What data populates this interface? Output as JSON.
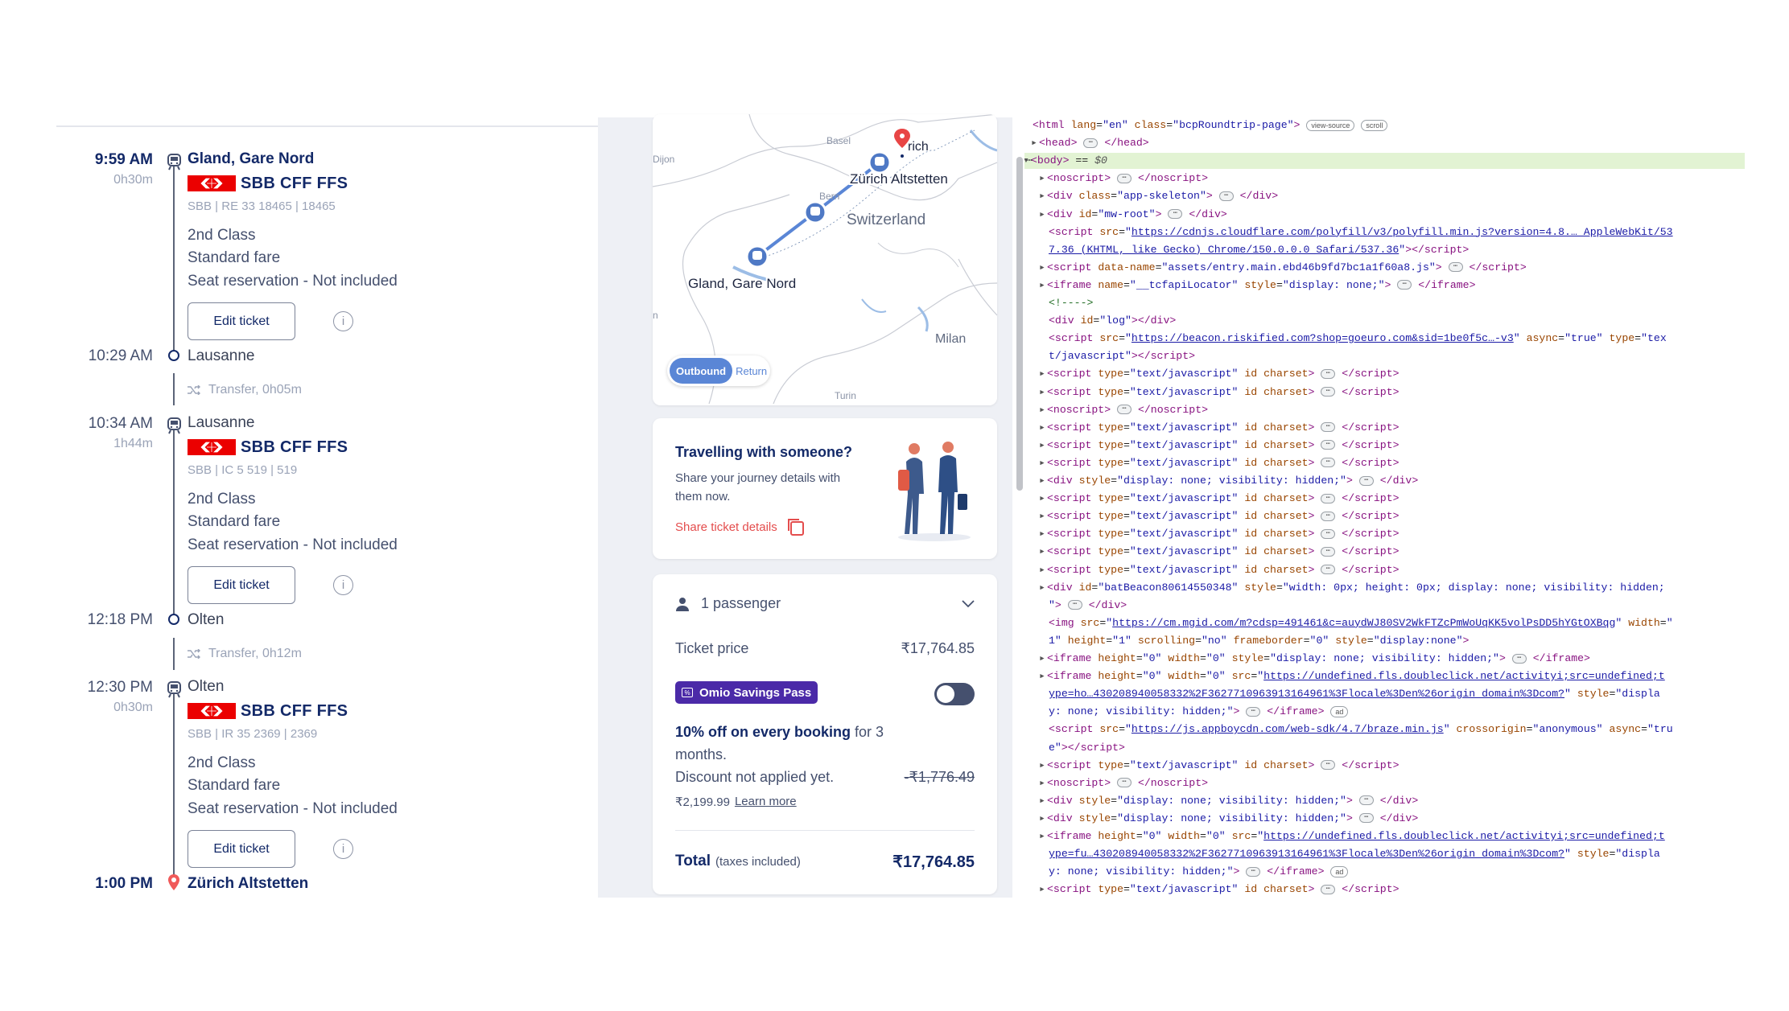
{
  "itinerary": {
    "legs": [
      {
        "dep_time": "9:59 AM",
        "duration": "0h30m",
        "dep_station": "Gland, Gare Nord",
        "operator": "SBB CFF FFS",
        "service": "SBB | RE 33 18465 | 18465",
        "class": "2nd Class",
        "fare": "Standard fare",
        "seat": "Seat reservation - Not included",
        "edit": "Edit ticket",
        "arr_time": "10:29 AM",
        "arr_station": "Lausanne"
      },
      {
        "dep_time": "10:34 AM",
        "duration": "1h44m",
        "dep_station": "Lausanne",
        "operator": "SBB CFF FFS",
        "service": "SBB | IC 5 519 | 519",
        "class": "2nd Class",
        "fare": "Standard fare",
        "seat": "Seat reservation - Not included",
        "edit": "Edit ticket",
        "arr_time": "12:18 PM",
        "arr_station": "Olten"
      },
      {
        "dep_time": "12:30 PM",
        "duration": "0h30m",
        "dep_station": "Olten",
        "operator": "SBB CFF FFS",
        "service": "SBB | IR 35 2369 | 2369",
        "class": "2nd Class",
        "fare": "Standard fare",
        "seat": "Seat reservation - Not included",
        "edit": "Edit ticket",
        "arr_time": "1:00 PM",
        "arr_station": "Zürich Altstetten"
      }
    ],
    "transfers": [
      "Transfer, 0h05m",
      "Transfer, 0h12m"
    ]
  },
  "map": {
    "labels": {
      "basel": "Basel",
      "dijon": "Dijon",
      "bern": "Bern",
      "switzerland": "Switzerland",
      "milan": "Milan",
      "turin": "Turin",
      "zurich_partial": "rich",
      "origin": "Gland, Gare Nord",
      "destination": "Zürich Altstetten"
    },
    "toggle": {
      "outbound": "Outbound",
      "return": "Return"
    }
  },
  "share": {
    "title": "Travelling with someone?",
    "text_line1": "Share your journey details with",
    "text_line2": "them now.",
    "link": "Share ticket details"
  },
  "price": {
    "passengers": "1 passenger",
    "ticket_label": "Ticket price",
    "ticket_value": "₹17,764.85",
    "pass_badge": "Omio Savings Pass",
    "offer_bold": "10% off on every booking",
    "offer_rest": " for 3",
    "offer_line2": "months.",
    "discount_label": "Discount not applied yet.",
    "discount_value": "-₹1,776.49",
    "pass_price": "₹2,199.99",
    "learn_more": "Learn more",
    "total_label": "Total",
    "total_note": "(taxes included)",
    "total_value": "₹17,764.85"
  },
  "devtools": {
    "lines": [
      {
        "i": 0,
        "h": "<span class='tag'>&lt;html</span> <span class='attr'>lang</span>=<span class='val'>\"en\"</span> <span class='attr'>class</span>=<span class='val'>\"bcpRoundtrip-page\"</span><span class='tag'>&gt;</span> <span class='pill'>view-source</span> <span class='pill'>scroll</span>"
      },
      {
        "i": 1,
        "a": "▶",
        "h": "<span class='tag'>&lt;head&gt;</span> <span class='dots'>⋯</span> <span class='tag'>&lt;/head&gt;</span>"
      },
      {
        "i": 0,
        "a": "▼",
        "sel": true,
        "h": "<span class='tag'>&lt;body&gt;</span> == <i style='color:#555'>$0</i>"
      },
      {
        "i": 2,
        "a": "▶",
        "h": "<span class='tag'>&lt;noscript&gt;</span> <span class='dots'>⋯</span> <span class='tag'>&lt;/noscript&gt;</span>"
      },
      {
        "i": 2,
        "a": "▶",
        "h": "<span class='tag'>&lt;div</span> <span class='attr'>class</span>=<span class='val'>\"app-skeleton\"</span><span class='tag'>&gt;</span> <span class='dots'>⋯</span> <span class='tag'>&lt;/div&gt;</span>"
      },
      {
        "i": 2,
        "a": "▶",
        "h": "<span class='tag'>&lt;div</span> <span class='attr'>id</span>=<span class='val'>\"mw-root\"</span><span class='tag'>&gt;</span> <span class='dots'>⋯</span> <span class='tag'>&lt;/div&gt;</span>"
      },
      {
        "i": 2,
        "h": "<span class='tag'>&lt;script</span> <span class='attr'>src</span>=<span class='val'>\"</span><span class='lnk'>https://cdnjs.cloudflare.com/polyfill/v3/polyfill.min.js?version=4.8.… AppleWebKit/53</span>"
      },
      {
        "i": 2,
        "h": "<span class='lnk'>7.36 (KHTML, like Gecko) Chrome/150.0.0.0 Safari/537.36</span><span class='val'>\"</span><span class='tag'>&gt;&lt;/script&gt;</span>"
      },
      {
        "i": 2,
        "a": "▶",
        "h": "<span class='tag'>&lt;script</span> <span class='attr'>data-name</span>=<span class='val'>\"assets/entry.main.ebd46b9fd7bc1a1f60a8.js\"</span><span class='tag'>&gt;</span> <span class='dots'>⋯</span> <span class='tag'>&lt;/script&gt;</span>"
      },
      {
        "i": 2,
        "a": "▶",
        "h": "<span class='tag'>&lt;iframe</span> <span class='attr'>name</span>=<span class='val'>\"__tcfapiLocator\"</span> <span class='attr'>style</span>=<span class='val'>\"display: none;\"</span><span class='tag'>&gt;</span> <span class='dots'>⋯</span> <span class='tag'>&lt;/iframe&gt;</span>"
      },
      {
        "i": 2,
        "h": "<span style='color:#236e25'>&lt;!----&gt;</span>"
      },
      {
        "i": 2,
        "h": "<span class='tag'>&lt;div</span> <span class='attr'>id</span>=<span class='val'>\"log\"</span><span class='tag'>&gt;&lt;/div&gt;</span>"
      },
      {
        "i": 2,
        "h": "<span class='tag'>&lt;script</span> <span class='attr'>src</span>=<span class='val'>\"</span><span class='lnk'>https://beacon.riskified.com?shop=goeuro.com&amp;sid=1be0f5c…-v3</span><span class='val'>\"</span> <span class='attr'>async</span>=<span class='val'>\"true\"</span> <span class='attr'>type</span>=<span class='val'>\"tex</span>"
      },
      {
        "i": 2,
        "h": "<span class='val'>t/javascript\"</span><span class='tag'>&gt;&lt;/script&gt;</span>"
      },
      {
        "i": 2,
        "a": "▶",
        "h": "<span class='tag'>&lt;script</span> <span class='attr'>type</span>=<span class='val'>\"text/javascript\"</span> <span class='attr'>id</span> <span class='attr'>charset</span><span class='tag'>&gt;</span> <span class='dots'>⋯</span> <span class='tag'>&lt;/script&gt;</span>"
      },
      {
        "i": 2,
        "a": "▶",
        "h": "<span class='tag'>&lt;script</span> <span class='attr'>type</span>=<span class='val'>\"text/javascript\"</span> <span class='attr'>id</span> <span class='attr'>charset</span><span class='tag'>&gt;</span> <span class='dots'>⋯</span> <span class='tag'>&lt;/script&gt;</span>"
      },
      {
        "i": 2,
        "a": "▶",
        "h": "<span class='tag'>&lt;noscript&gt;</span> <span class='dots'>⋯</span> <span class='tag'>&lt;/noscript&gt;</span>"
      },
      {
        "i": 2,
        "a": "▶",
        "h": "<span class='tag'>&lt;script</span> <span class='attr'>type</span>=<span class='val'>\"text/javascript\"</span> <span class='attr'>id</span> <span class='attr'>charset</span><span class='tag'>&gt;</span> <span class='dots'>⋯</span> <span class='tag'>&lt;/script&gt;</span>"
      },
      {
        "i": 2,
        "a": "▶",
        "h": "<span class='tag'>&lt;script</span> <span class='attr'>type</span>=<span class='val'>\"text/javascript\"</span> <span class='attr'>id</span> <span class='attr'>charset</span><span class='tag'>&gt;</span> <span class='dots'>⋯</span> <span class='tag'>&lt;/script&gt;</span>"
      },
      {
        "i": 2,
        "a": "▶",
        "h": "<span class='tag'>&lt;script</span> <span class='attr'>type</span>=<span class='val'>\"text/javascript\"</span> <span class='attr'>id</span> <span class='attr'>charset</span><span class='tag'>&gt;</span> <span class='dots'>⋯</span> <span class='tag'>&lt;/script&gt;</span>"
      },
      {
        "i": 2,
        "a": "▶",
        "h": "<span class='tag'>&lt;div</span> <span class='attr'>style</span>=<span class='val'>\"display: none; visibility: hidden;\"</span><span class='tag'>&gt;</span> <span class='dots'>⋯</span> <span class='tag'>&lt;/div&gt;</span>"
      },
      {
        "i": 2,
        "a": "▶",
        "h": "<span class='tag'>&lt;script</span> <span class='attr'>type</span>=<span class='val'>\"text/javascript\"</span> <span class='attr'>id</span> <span class='attr'>charset</span><span class='tag'>&gt;</span> <span class='dots'>⋯</span> <span class='tag'>&lt;/script&gt;</span>"
      },
      {
        "i": 2,
        "a": "▶",
        "h": "<span class='tag'>&lt;script</span> <span class='attr'>type</span>=<span class='val'>\"text/javascript\"</span> <span class='attr'>id</span> <span class='attr'>charset</span><span class='tag'>&gt;</span> <span class='dots'>⋯</span> <span class='tag'>&lt;/script&gt;</span>"
      },
      {
        "i": 2,
        "a": "▶",
        "h": "<span class='tag'>&lt;script</span> <span class='attr'>type</span>=<span class='val'>\"text/javascript\"</span> <span class='attr'>id</span> <span class='attr'>charset</span><span class='tag'>&gt;</span> <span class='dots'>⋯</span> <span class='tag'>&lt;/script&gt;</span>"
      },
      {
        "i": 2,
        "a": "▶",
        "h": "<span class='tag'>&lt;script</span> <span class='attr'>type</span>=<span class='val'>\"text/javascript\"</span> <span class='attr'>id</span> <span class='attr'>charset</span><span class='tag'>&gt;</span> <span class='dots'>⋯</span> <span class='tag'>&lt;/script&gt;</span>"
      },
      {
        "i": 2,
        "a": "▶",
        "h": "<span class='tag'>&lt;script</span> <span class='attr'>type</span>=<span class='val'>\"text/javascript\"</span> <span class='attr'>id</span> <span class='attr'>charset</span><span class='tag'>&gt;</span> <span class='dots'>⋯</span> <span class='tag'>&lt;/script&gt;</span>"
      },
      {
        "i": 2,
        "a": "▶",
        "h": "<span class='tag'>&lt;div</span> <span class='attr'>id</span>=<span class='val'>\"batBeacon80614550348\"</span> <span class='attr'>style</span>=<span class='val'>\"width: 0px; height: 0px; display: none; visibility: hidden;</span>"
      },
      {
        "i": 2,
        "h": "<span class='val'>\"</span><span class='tag'>&gt;</span> <span class='dots'>⋯</span> <span class='tag'>&lt;/div&gt;</span>"
      },
      {
        "i": 2,
        "h": "<span class='tag'>&lt;img</span> <span class='attr'>src</span>=<span class='val'>\"</span><span class='lnk'>https://cm.mgid.com/m?cdsp=491461&amp;c=auydWJ80SV2WkFTZcPmWoUqKK5volPsDD5hYGtOXBqg</span><span class='val'>\"</span> <span class='attr'>width</span>=<span class='val'>\"</span>"
      },
      {
        "i": 2,
        "h": "<span class='val'>1\"</span> <span class='attr'>height</span>=<span class='val'>\"1\"</span> <span class='attr'>scrolling</span>=<span class='val'>\"no\"</span> <span class='attr'>frameborder</span>=<span class='val'>\"0\"</span> <span class='attr'>style</span>=<span class='val'>\"display:none\"</span><span class='tag'>&gt;</span>"
      },
      {
        "i": 2,
        "a": "▶",
        "h": "<span class='tag'>&lt;iframe</span> <span class='attr'>height</span>=<span class='val'>\"0\"</span> <span class='attr'>width</span>=<span class='val'>\"0\"</span> <span class='attr'>style</span>=<span class='val'>\"display: none; visibility: hidden;\"</span><span class='tag'>&gt;</span> <span class='dots'>⋯</span> <span class='tag'>&lt;/iframe&gt;</span>"
      },
      {
        "i": 2,
        "a": "▶",
        "h": "<span class='tag'>&lt;iframe</span> <span class='attr'>height</span>=<span class='val'>\"0\"</span> <span class='attr'>width</span>=<span class='val'>\"0\"</span> <span class='attr'>src</span>=<span class='val'>\"</span><span class='lnk'>https://undefined.fls.doubleclick.net/activityi;src=undefined;t</span>"
      },
      {
        "i": 2,
        "h": "<span class='lnk'>ype=ho…430208940058332%2F362771096391316496​1%3Flocale%3Den%26origin_domain%3Dcom?</span><span class='val'>\"</span> <span class='attr'>style</span>=<span class='val'>\"displa</span>"
      },
      {
        "i": 2,
        "h": "<span class='val'>y: none; visibility: hidden;\"</span><span class='tag'>&gt;</span> <span class='dots'>⋯</span> <span class='tag'>&lt;/iframe&gt;</span> <span class='pill'>ad</span>"
      },
      {
        "i": 2,
        "h": "<span class='tag'>&lt;script</span> <span class='attr'>src</span>=<span class='val'>\"</span><span class='lnk'>https://js.appboycdn.com/web-sdk/4.7/braze.min.js</span><span class='val'>\"</span> <span class='attr'>crossorigin</span>=<span class='val'>\"anonymous\"</span> <span class='attr'>async</span>=<span class='val'>\"tru</span>"
      },
      {
        "i": 2,
        "h": "<span class='val'>e\"</span><span class='tag'>&gt;&lt;/script&gt;</span>"
      },
      {
        "i": 2,
        "a": "▶",
        "h": "<span class='tag'>&lt;script</span> <span class='attr'>type</span>=<span class='val'>\"text/javascript\"</span> <span class='attr'>id</span> <span class='attr'>charset</span><span class='tag'>&gt;</span> <span class='dots'>⋯</span> <span class='tag'>&lt;/script&gt;</span>"
      },
      {
        "i": 2,
        "a": "▶",
        "h": "<span class='tag'>&lt;noscript&gt;</span> <span class='dots'>⋯</span> <span class='tag'>&lt;/noscript&gt;</span>"
      },
      {
        "i": 2,
        "a": "▶",
        "h": "<span class='tag'>&lt;div</span> <span class='attr'>style</span>=<span class='val'>\"display: none; visibility: hidden;\"</span><span class='tag'>&gt;</span> <span class='dots'>⋯</span> <span class='tag'>&lt;/div&gt;</span>"
      },
      {
        "i": 2,
        "a": "▶",
        "h": "<span class='tag'>&lt;div</span> <span class='attr'>style</span>=<span class='val'>\"display: none; visibility: hidden;\"</span><span class='tag'>&gt;</span> <span class='dots'>⋯</span> <span class='tag'>&lt;/div&gt;</span>"
      },
      {
        "i": 2,
        "a": "▶",
        "h": "<span class='tag'>&lt;iframe</span> <span class='attr'>height</span>=<span class='val'>\"0\"</span> <span class='attr'>width</span>=<span class='val'>\"0\"</span> <span class='attr'>src</span>=<span class='val'>\"</span><span class='lnk'>https://undefined.fls.doubleclick.net/activityi;src=undefined;t</span>"
      },
      {
        "i": 2,
        "h": "<span class='lnk'>ype=fu…430208940058332%2F362771096391316496​1%3Flocale%3Den%26origin_domain%3Dcom?</span><span class='val'>\"</span> <span class='attr'>style</span>=<span class='val'>\"displa</span>"
      },
      {
        "i": 2,
        "h": "<span class='val'>y: none; visibility: hidden;\"</span><span class='tag'>&gt;</span> <span class='dots'>⋯</span> <span class='tag'>&lt;/iframe&gt;</span> <span class='pill'>ad</span>"
      },
      {
        "i": 2,
        "a": "▶",
        "h": "<span class='tag'>&lt;script</span> <span class='attr'>type</span>=<span class='val'>\"text/javascript\"</span> <span class='attr'>id</span> <span class='attr'>charset</span><span class='tag'>&gt;</span> <span class='dots'>⋯</span> <span class='tag'>&lt;/script&gt;</span>"
      }
    ]
  }
}
